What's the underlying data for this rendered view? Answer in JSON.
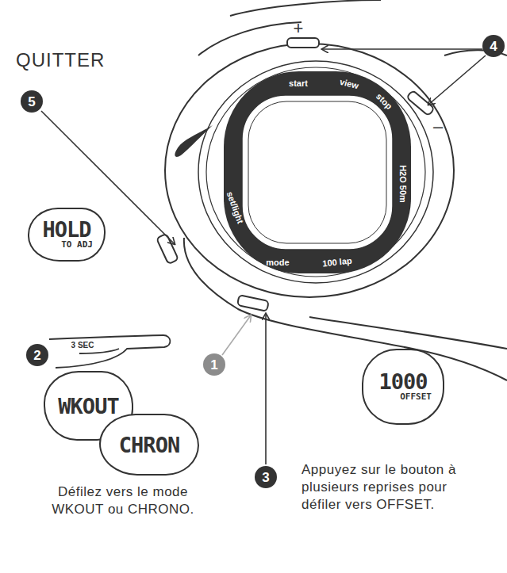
{
  "diagram": {
    "nodes": [
      {
        "text": [
          "HOLD",
          "TO ADJ"
        ]
      },
      {
        "text": [
          "WKOUT"
        ]
      },
      {
        "text": [
          "CHRON"
        ]
      },
      {
        "text": [
          "1000",
          "OFFSET"
        ]
      }
    ],
    "labels": [
      "QUITTER",
      "5",
      "4",
      "+",
      "–",
      "start",
      "view",
      "stop",
      "H2O 50m",
      "100 lap",
      "mode",
      "set/light",
      "2",
      "3 SEC",
      "1",
      "3",
      "Défilez vers le mode WKOUT ou CHRONO.",
      "Appuyez sur le bouton à plusieurs reprises pour défiler vers OFFSET."
    ]
  }
}
